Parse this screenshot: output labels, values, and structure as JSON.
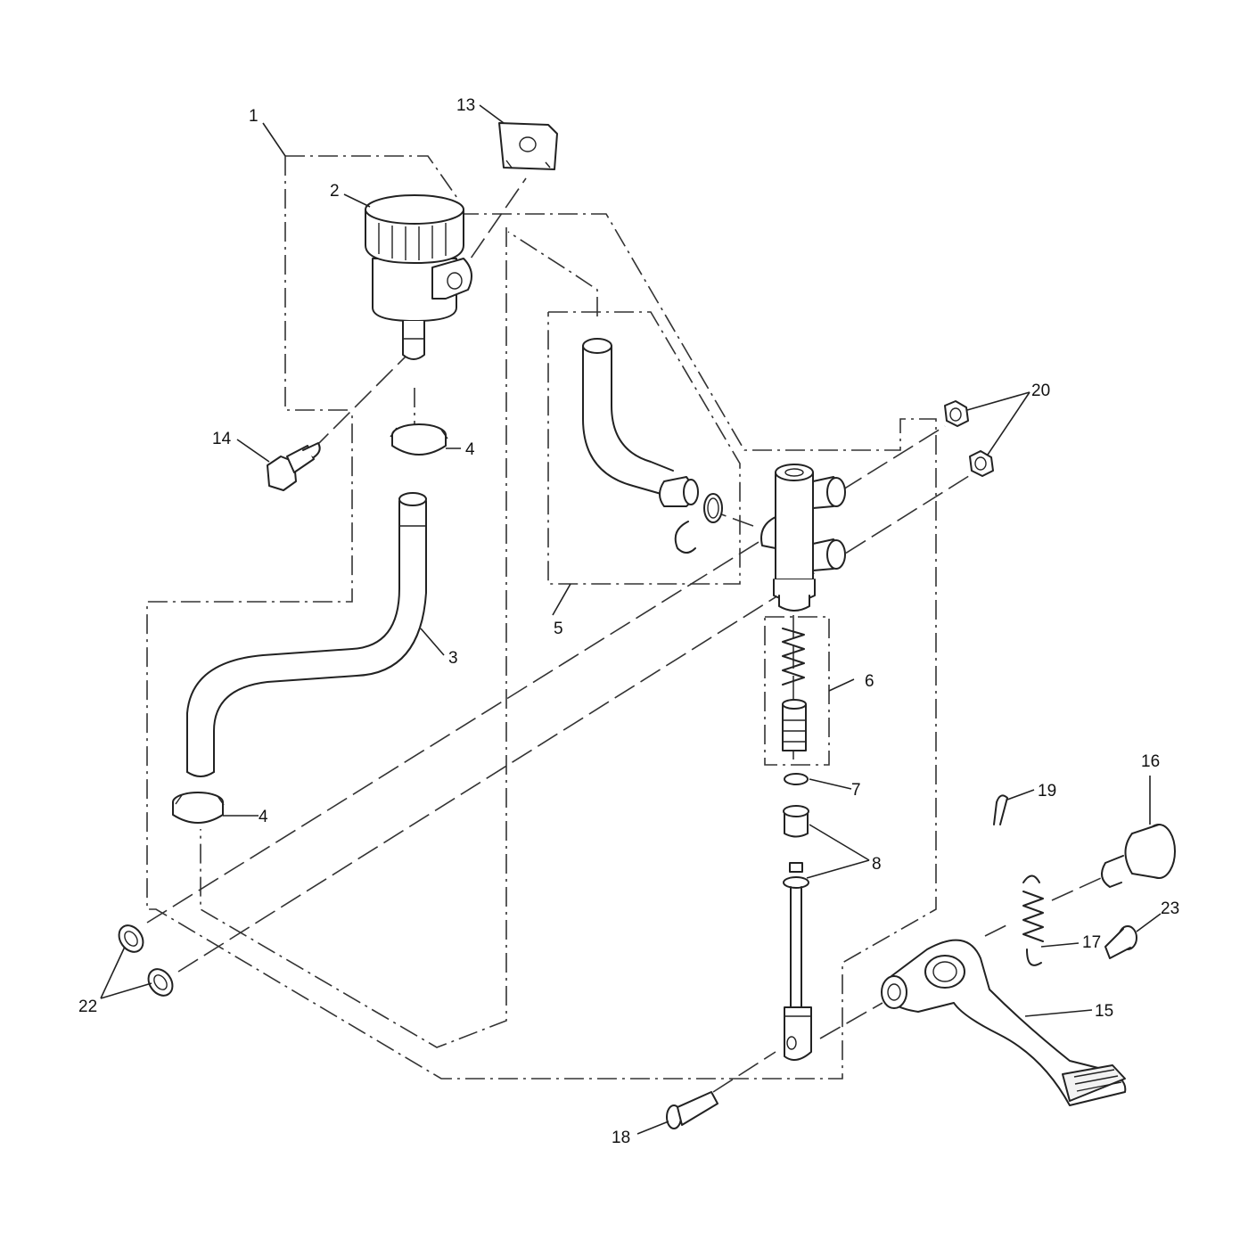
{
  "callouts": {
    "c1": "1",
    "c2": "2",
    "c3": "3",
    "c4a": "4",
    "c4b": "4",
    "c5": "5",
    "c6": "6",
    "c7": "7",
    "c8": "8",
    "c13": "13",
    "c14": "14",
    "c15": "15",
    "c16": "16",
    "c17": "17",
    "c18": "18",
    "c19": "19",
    "c20": "20",
    "c22": "22",
    "c23": "23"
  },
  "colors": {
    "line": "#222222",
    "background": "#ffffff"
  }
}
